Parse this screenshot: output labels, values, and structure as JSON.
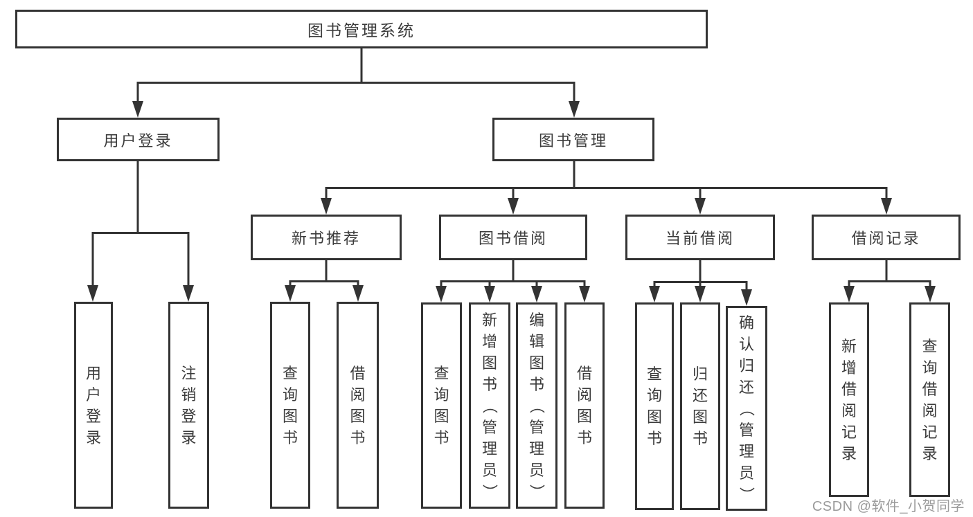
{
  "colors": {
    "line": "#333333",
    "text": "#3b3b3b",
    "watermark_gray": "#9b9b9b",
    "background": "#ffffff"
  },
  "tree": {
    "label": "图书管理系统",
    "children": [
      {
        "label": "用户登录",
        "children": [
          {
            "label": "用户登录"
          },
          {
            "label": "注销登录"
          }
        ]
      },
      {
        "label": "图书管理",
        "children": [
          {
            "label": "新书推荐",
            "children": [
              {
                "label": "查询图书"
              },
              {
                "label": "借阅图书"
              }
            ]
          },
          {
            "label": "图书借阅",
            "children": [
              {
                "label": "查询图书"
              },
              {
                "label": "新增图书（管理员）"
              },
              {
                "label": "编辑图书（管理员）"
              },
              {
                "label": "借阅图书"
              }
            ]
          },
          {
            "label": "当前借阅",
            "children": [
              {
                "label": "查询图书"
              },
              {
                "label": "归还图书"
              },
              {
                "label": "确认归还（管理员）"
              }
            ]
          },
          {
            "label": "借阅记录",
            "children": [
              {
                "label": "新增借阅记录"
              },
              {
                "label": "查询借阅记录"
              }
            ]
          }
        ]
      }
    ]
  },
  "watermark": {
    "text": "CSDN @软件_小贺同学"
  }
}
